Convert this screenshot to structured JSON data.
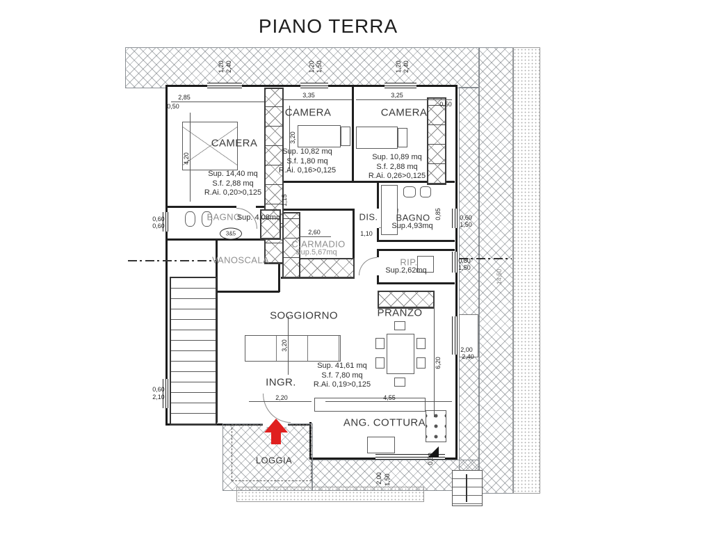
{
  "title": "PIANO TERRA",
  "colors": {
    "arrow_red": "#e0201f"
  },
  "rooms": {
    "camera_left": {
      "name": "CAMERA",
      "sup": "Sup. 14,40 mq",
      "sf": "S.f. 2,88 mq",
      "rai": "R.Ai. 0,20>0,125"
    },
    "camera_mid": {
      "name": "CAMERA",
      "sup": "Sup. 10,82 mq",
      "sf": "S.f. 1,80 mq",
      "rai": "R.Ai. 0,16>0,125"
    },
    "camera_right": {
      "name": "CAMERA",
      "sup": "Sup. 10,89 mq",
      "sf": "S.f. 2,88 mq",
      "rai": "R.Ai. 0,26>0,125"
    },
    "bagno_left": {
      "name": "BAGNO",
      "sup": "Sup. 4,08mq",
      "tag": "3&5"
    },
    "vano_scala": {
      "name": "VANOSCALA"
    },
    "cabina_armadio": {
      "name": "C.ARMADIO",
      "sup": "Sup.5,67mq"
    },
    "disimpegno": {
      "name": "DIS."
    },
    "bagno_right": {
      "name": "BAGNO",
      "sup": "Sup.4,93mq"
    },
    "ripostiglio": {
      "name": "RIP.",
      "sup": "Sup.2,62mq"
    },
    "soggiorno": {
      "name": "SOGGIORNO",
      "sup": "Sup. 41,61 mq",
      "sf": "S.f. 7,80 mq",
      "rai": "R.Ai. 0,19>0,125"
    },
    "pranzo": {
      "name": "PRANZO"
    },
    "ingresso": {
      "name": "INGR."
    },
    "angolo_cottura": {
      "name": "ANG. COTTURA"
    },
    "loggia": {
      "name": "LOGGIA"
    }
  },
  "dimensions": {
    "top_room1": "2,85",
    "top_room2": "3,35",
    "top_room3": "3,25",
    "top_left_offset": "0,50",
    "top_right_offset": "0,50",
    "win_top1_w": "1,20",
    "win_top1_h": "2,40",
    "win_top2_w": "1,20",
    "win_top2_h": "1,50",
    "win_top3_w": "1,20",
    "win_top3_h": "2,40",
    "camera_left_depth": "4,20",
    "win_left1_w": "0,60",
    "win_left1_h": "0,60",
    "win_left2_w": "0,60",
    "win_left2_h": "2,10",
    "camera_mid_depth": "3,20",
    "corridor": "1,15",
    "armadio_w": "2,60",
    "dis_w": "1,10",
    "bagno_right_v": "0,85",
    "win_right1_w": "0,60",
    "win_right1_h": "1,50",
    "win_right2_w": "0,80",
    "win_right2_h": "1,50",
    "side_total": "14,50",
    "soggiorno_v": "3,20",
    "soggiorno_h": "6,20",
    "ingresso_w": "2,20",
    "cottura_w": "4,55",
    "cottura_v": "0,50",
    "win_bottom_w": "2,00",
    "win_bottom_h": "1,50",
    "step_w": "2,00",
    "step_h": "2,40"
  }
}
